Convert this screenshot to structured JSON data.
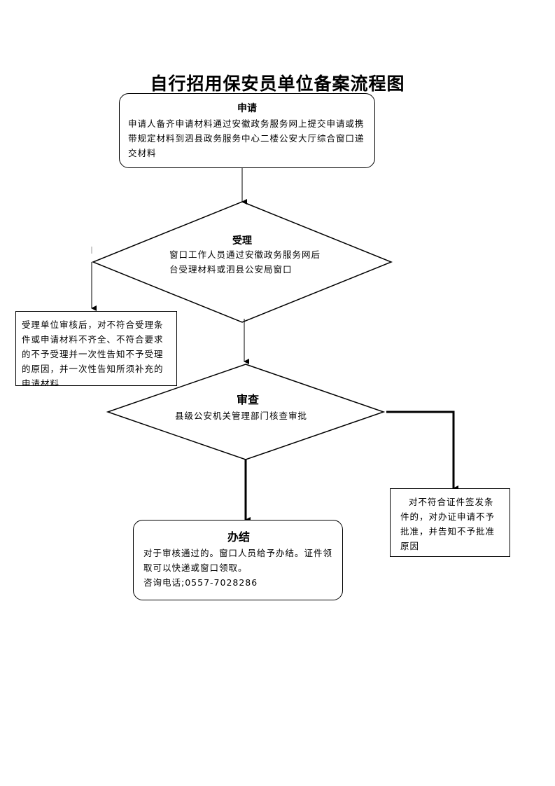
{
  "title": "自行招用保安员单位备案流程图",
  "nodes": {
    "apply": {
      "title": "申请",
      "text": "申请人备齐申请材料通过安徽政务服务网上提交申请或携带规定材料到泗县政务服务中心二楼公安大厅综合窗口递交材料"
    },
    "accept": {
      "title": "受理",
      "text": "窗口工作人员通过安徽政务服务网后台受理材料或泗县公安局窗口"
    },
    "reject_accept": {
      "text": "受理单位审核后，对不符合受理条件或申请材料不齐全、不符合要求的不予受理并一次性告知不予受理的原因，并一次性告知所须补充的申请材料"
    },
    "review": {
      "title": "审查",
      "text": "县级公安机关管理部门核查审批"
    },
    "reject_review": {
      "text": "对不符合证件签发条件的，对办证申请不予批准，并告知不予批准原因"
    },
    "complete": {
      "title": "办结",
      "line1": "对于审核通过的。窗口人员给予办结。证件领取可以快递或窗口领取。",
      "line2": "咨询电话;0557-7028286"
    }
  }
}
